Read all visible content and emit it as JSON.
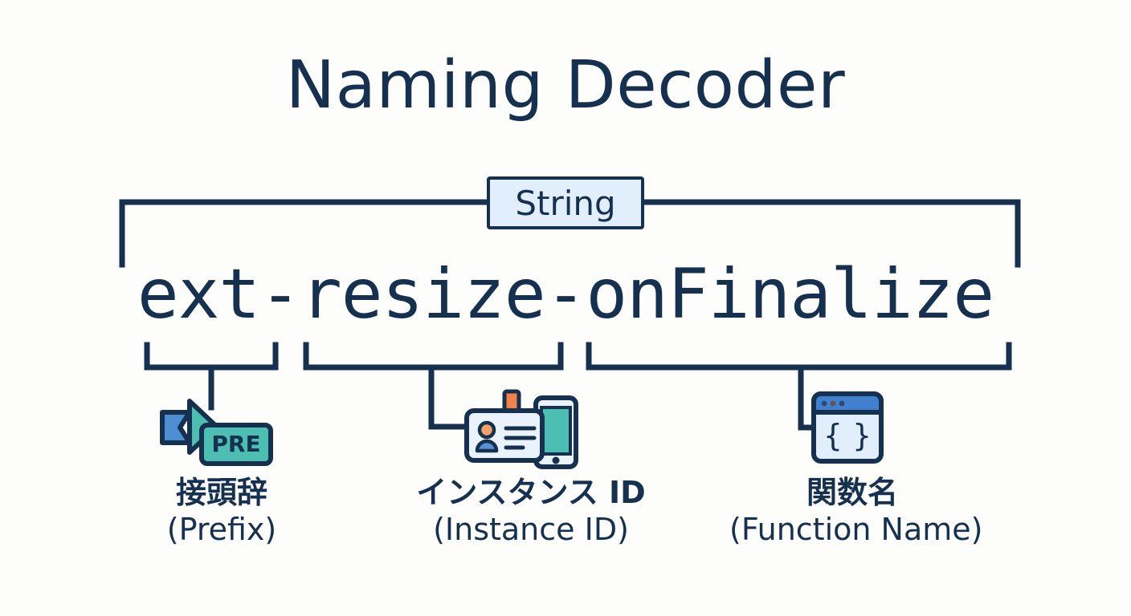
{
  "page": {
    "title": "Naming Decoder",
    "background_color": "#fdfdfb",
    "ink_color": "#16304f"
  },
  "type_badge": {
    "label": "String",
    "fill_color": "#e1eefb",
    "border_color": "#16304f"
  },
  "decoded_string": {
    "full": "ext-resize-onFinalize",
    "segments": [
      {
        "text": "ext-",
        "role": "prefix"
      },
      {
        "text": "resize-",
        "role": "instance-id"
      },
      {
        "text": "onFinalize",
        "role": "function-name"
      }
    ]
  },
  "groups": [
    {
      "id": "prefix",
      "jp": "接頭辞",
      "en": "(Prefix)",
      "icon": "flag-pre-tag-icon",
      "icon_text": "PRE",
      "colors": {
        "flag": "#4e8fd4",
        "tag": "#4cbfb2",
        "outline": "#16304f"
      }
    },
    {
      "id": "instance-id",
      "jp": "インスタンス ID",
      "en": "(Instance ID)",
      "icon": "id-card-device-icon",
      "colors": {
        "card": "#eaf3fb",
        "device": "#4cbfb2",
        "accent": "#f0824a",
        "avatar": "#5b8fd4",
        "outline": "#16304f"
      }
    },
    {
      "id": "function-name",
      "jp": "関数名",
      "en": "(Function Name)",
      "icon": "code-window-braces-icon",
      "icon_text": "{ }",
      "colors": {
        "titlebar": "#4080cf",
        "body": "#e1eefb",
        "outline": "#16304f"
      }
    }
  ]
}
